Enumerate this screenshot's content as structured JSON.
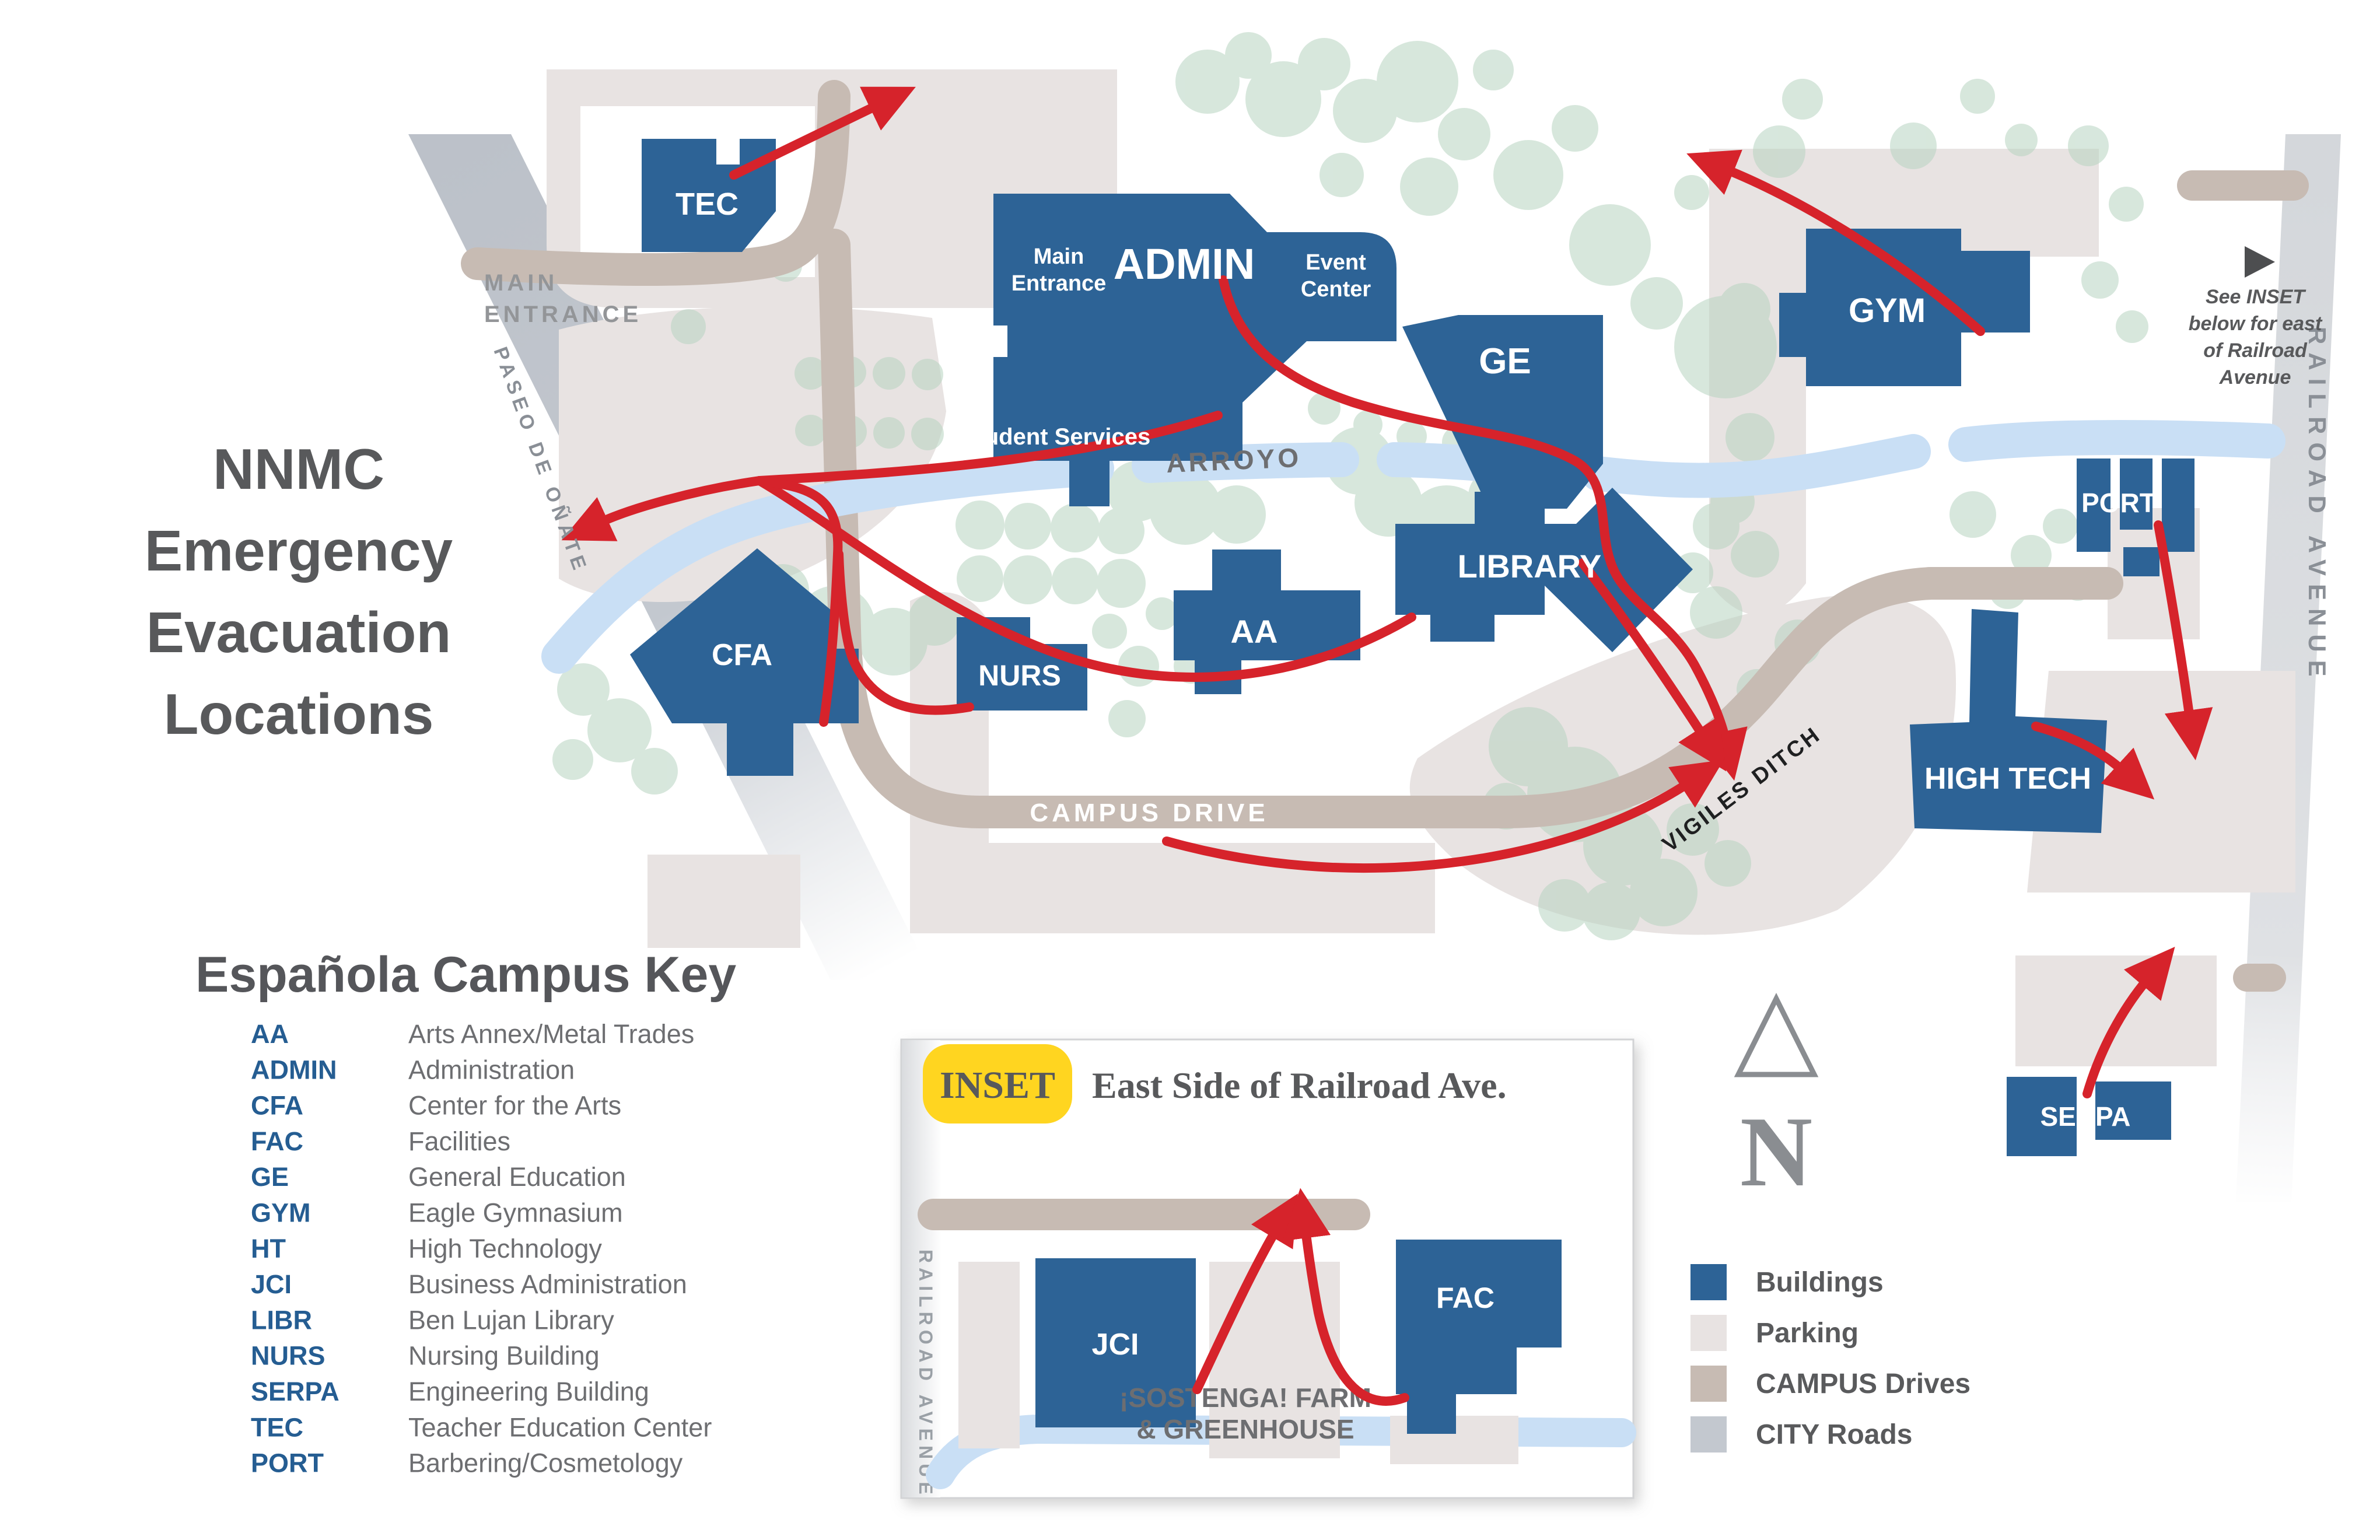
{
  "title": {
    "line1": "NNMC",
    "line2": "Emergency",
    "line3": "Evacuation",
    "line4": "Locations"
  },
  "campus_key": {
    "heading": "Española Campus Key",
    "entries": [
      {
        "abbr": "AA",
        "name": "Arts Annex/Metal Trades"
      },
      {
        "abbr": "ADMIN",
        "name": "Administration"
      },
      {
        "abbr": "CFA",
        "name": "Center for the Arts"
      },
      {
        "abbr": "FAC",
        "name": "Facilities"
      },
      {
        "abbr": "GE",
        "name": "General Education"
      },
      {
        "abbr": "GYM",
        "name": "Eagle Gymnasium"
      },
      {
        "abbr": "HT",
        "name": "High Technology"
      },
      {
        "abbr": "JCI",
        "name": "Business Administration"
      },
      {
        "abbr": "LIBR",
        "name": "Ben Lujan Library"
      },
      {
        "abbr": "NURS",
        "name": "Nursing Building"
      },
      {
        "abbr": "SERPA",
        "name": "Engineering Building"
      },
      {
        "abbr": "TEC",
        "name": "Teacher Education Center"
      },
      {
        "abbr": "PORT",
        "name": "Barbering/Cosmetology"
      }
    ]
  },
  "legend": {
    "items": [
      {
        "label": "Buildings",
        "color": "#2d6396"
      },
      {
        "label": "Parking",
        "color": "#e8e3e2"
      },
      {
        "label": "CAMPUS Drives",
        "color": "#c7bbb3"
      },
      {
        "label": "CITY Roads",
        "color": "#c3c8cf"
      }
    ]
  },
  "map": {
    "buildings": {
      "tec": "TEC",
      "admin": "ADMIN",
      "ge": "GE",
      "gym": "GYM",
      "port": "PORT",
      "library": "LIBRARY",
      "aa": "AA",
      "nurs": "NURS",
      "cfa": "CFA",
      "high_tech": "HIGH TECH",
      "serpa": "SERPA"
    },
    "admin_sublabels": {
      "main_entrance_1": "Main",
      "main_entrance_2": "Entrance",
      "event_center_1": "Event",
      "event_center_2": "Center",
      "student_services": "Student Services"
    },
    "roads": {
      "main_entrance_1": "MAIN",
      "main_entrance_2": "ENTRANCE",
      "paseo": "PASEO DE OÑATE",
      "arroyo": "ARROYO",
      "campus_drive": "CAMPUS DRIVE",
      "vigiles": "VIGILES DITCH",
      "railroad": "RAILROAD AVENUE"
    },
    "see_inset": {
      "l1": "See INSET",
      "l2": "below for east",
      "l3": "of Railroad",
      "l4": "Avenue"
    },
    "compass": "N"
  },
  "inset": {
    "badge": "INSET",
    "title": "East Side of Railroad Ave.",
    "jci": "JCI",
    "fac": "FAC",
    "sostenga_1": "¡SOSTENGA! FARM",
    "sostenga_2": "& GREENHOUSE",
    "railroad": "RAILROAD AVENUE"
  },
  "colors": {
    "building": "#2d6396",
    "parking": "#e8e3e2",
    "campus_drive": "#c7bbb3",
    "city_road": "#c3c8cf",
    "arroyo": "#c9dff5",
    "evac_arrow": "#d6232b",
    "inset_badge": "#ffd520",
    "title_text": "#58595b",
    "key_abbr": "#255d92"
  }
}
